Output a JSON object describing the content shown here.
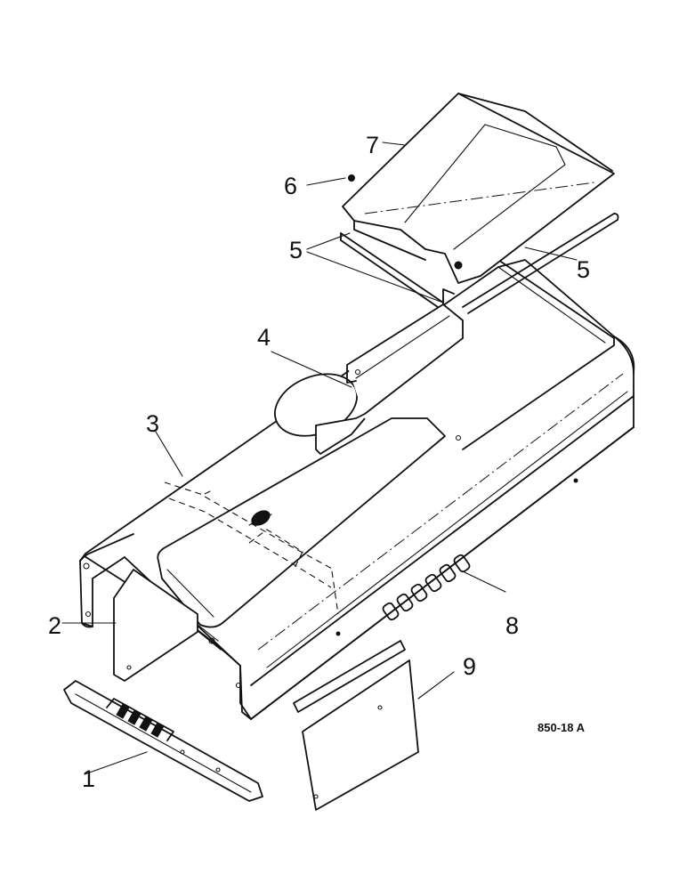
{
  "reference_code": "850-18 A",
  "callouts": [
    {
      "id": 1,
      "label": "1"
    },
    {
      "id": 2,
      "label": "2"
    },
    {
      "id": 3,
      "label": "3"
    },
    {
      "id": 4,
      "label": "4"
    },
    {
      "id": 5,
      "label": "5"
    },
    {
      "id": 5,
      "label": "5"
    },
    {
      "id": 6,
      "label": "6"
    },
    {
      "id": 7,
      "label": "7"
    },
    {
      "id": 8,
      "label": "8"
    },
    {
      "id": 9,
      "label": "9"
    }
  ]
}
